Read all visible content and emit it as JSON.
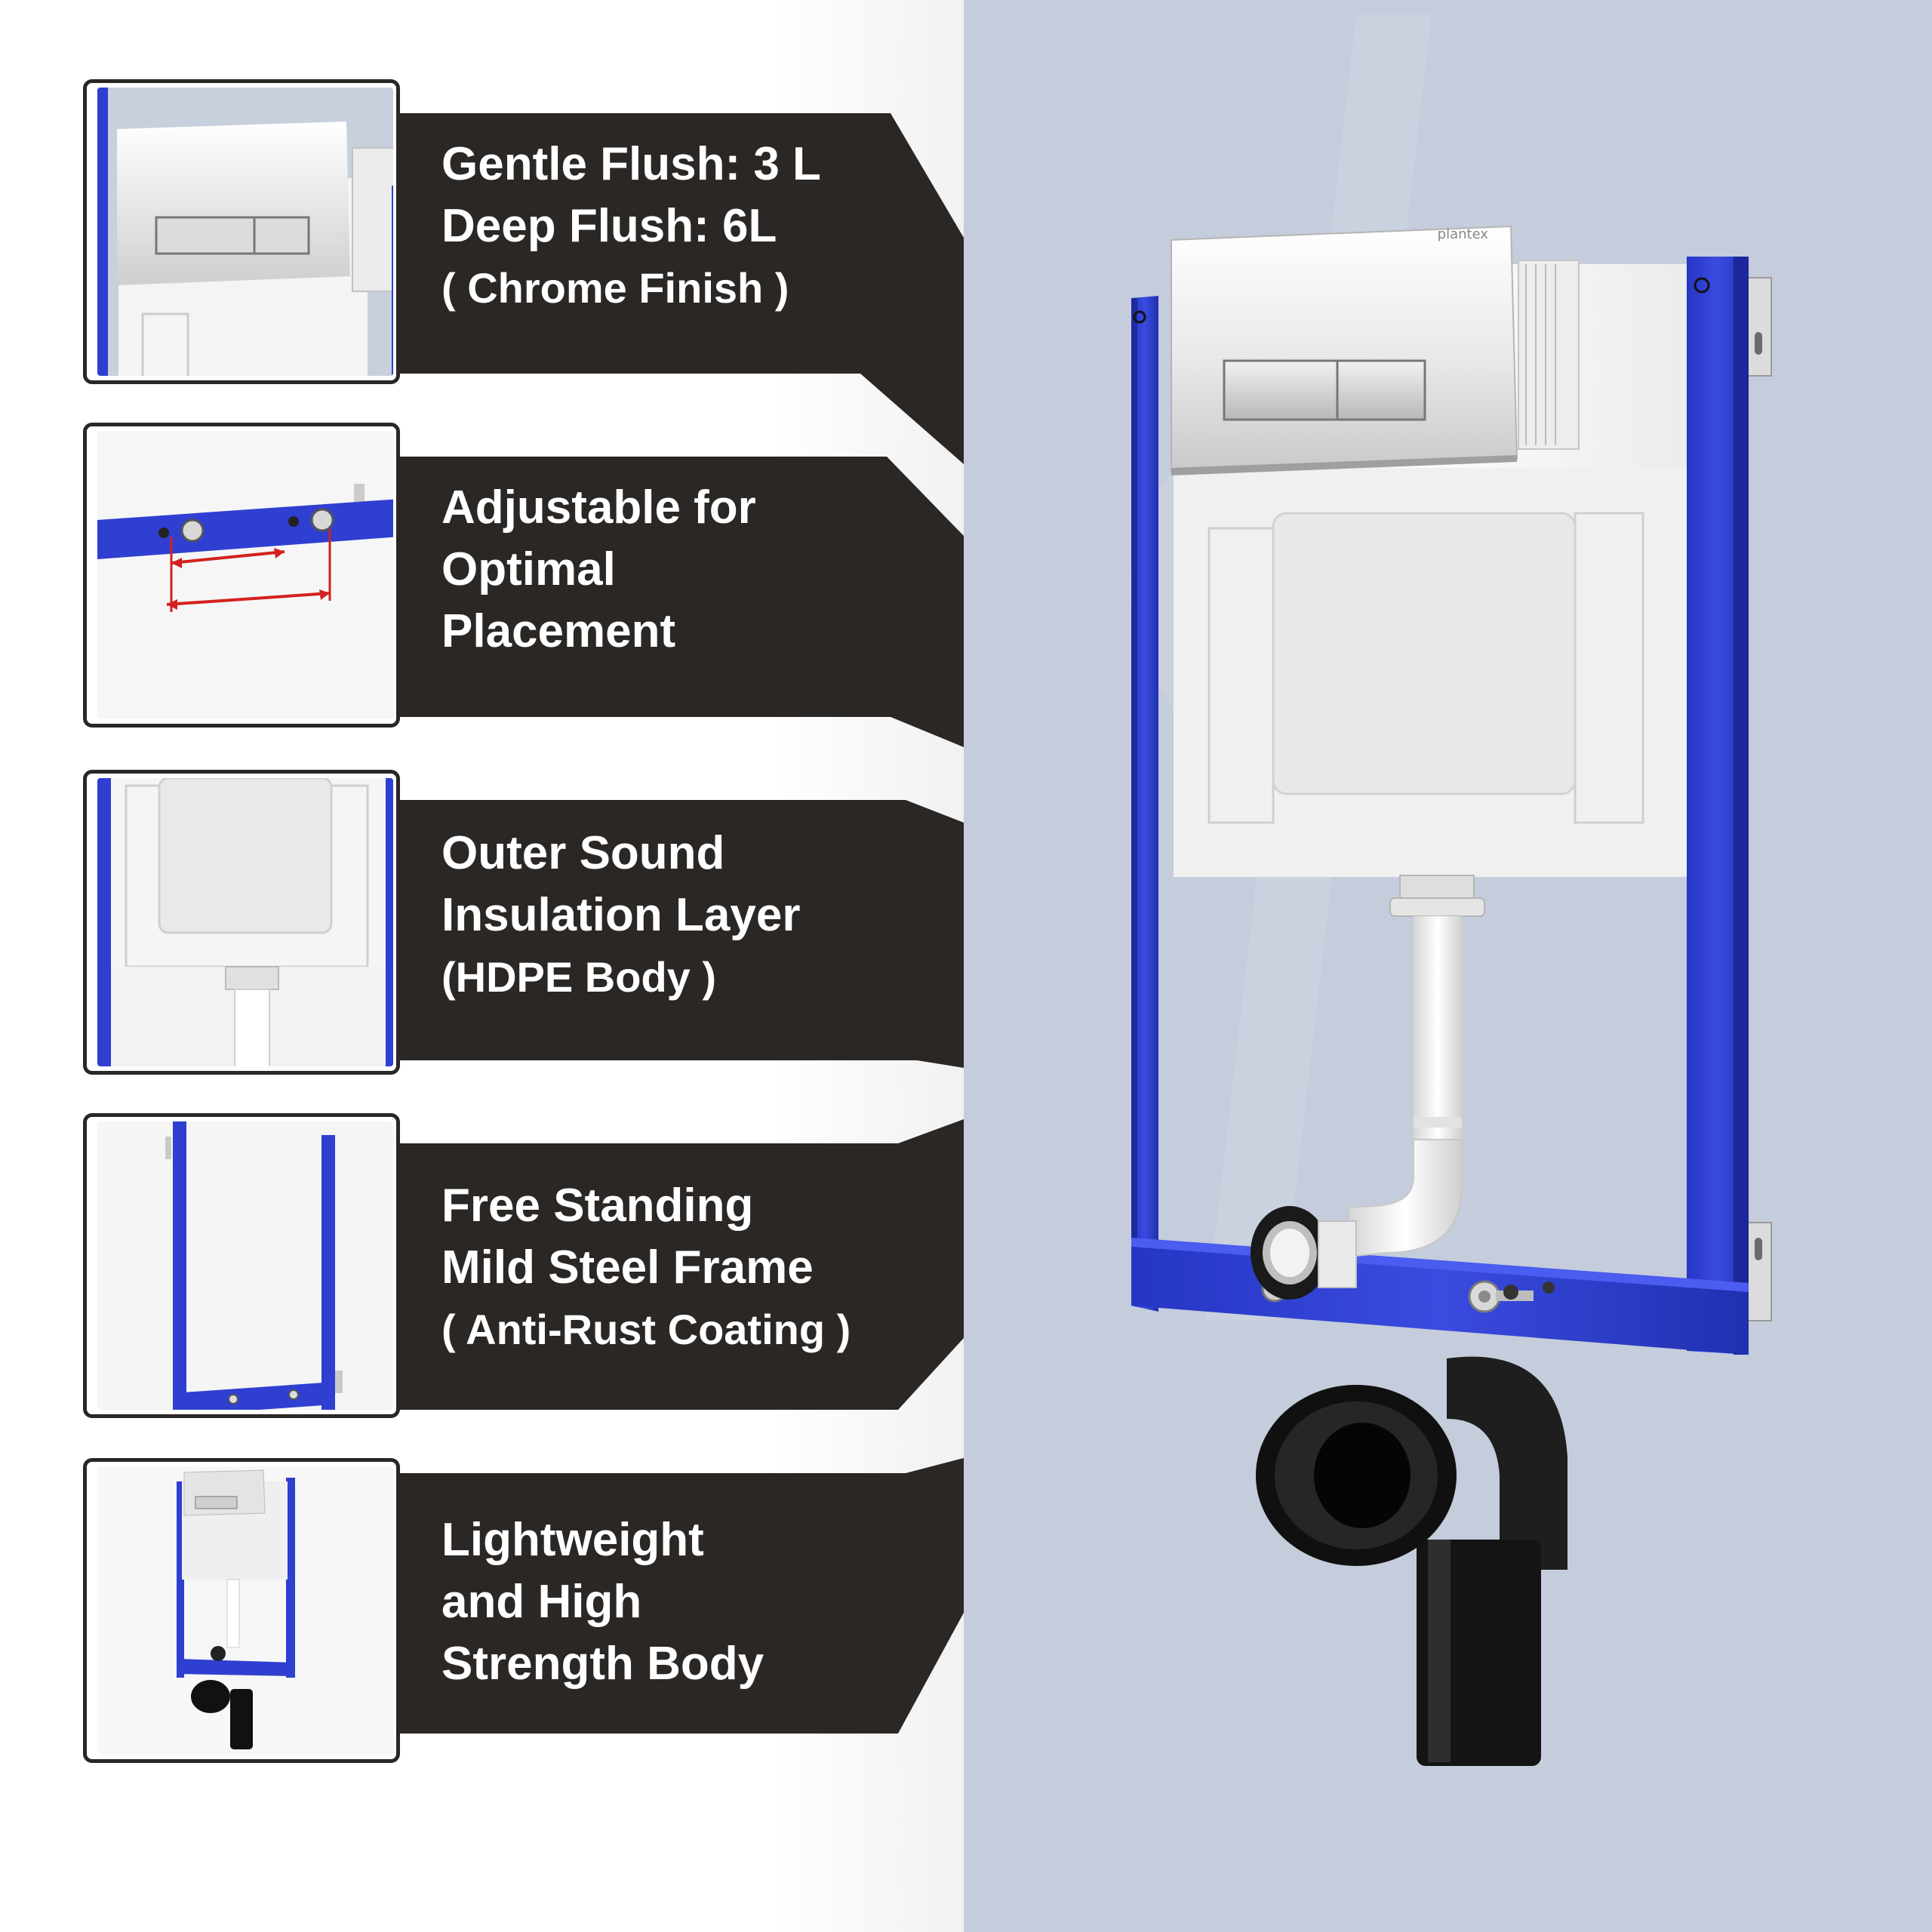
{
  "features": [
    {
      "lines": [
        "Gentle Flush: 3 L",
        "Deep Flush: 6L",
        "( Chrome Finish )"
      ]
    },
    {
      "lines": [
        "Adjustable for",
        "Optimal",
        "Placement"
      ]
    },
    {
      "lines": [
        "Outer Sound",
        "Insulation Layer",
        "(HDPE Body )"
      ]
    },
    {
      "lines": [
        "Free Standing",
        "Mild Steel Frame",
        "( Anti-Rust Coating )"
      ]
    },
    {
      "lines": [
        "Lightweight",
        "and High",
        "Strength Body"
      ]
    }
  ],
  "product": {
    "brand_mark": "plantex"
  },
  "colors": {
    "band": "#2a2725",
    "frame_blue": "#2f3fd1",
    "background_right": "#c5ccdb",
    "tank_white": "#f4f4f4",
    "bend_black": "#151515"
  }
}
